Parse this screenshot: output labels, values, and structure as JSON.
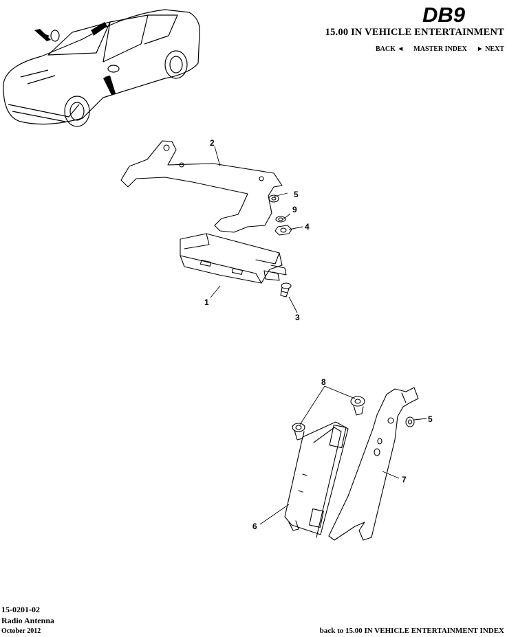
{
  "header": {
    "logo_text": "DB9",
    "section_title": "15.00 IN VEHICLE ENTERTAINMENT"
  },
  "nav": {
    "back": "BACK ◄",
    "master_index": "MASTER INDEX",
    "next": "► NEXT"
  },
  "callouts": [
    "2",
    "5",
    "9",
    "4",
    "1",
    "3",
    "8",
    "5",
    "7",
    "6"
  ],
  "footer": {
    "code": "15-0201-02",
    "name": "Radio Antenna",
    "date": "October 2012",
    "back_link": "back to 15.00 IN VEHICLE ENTERTAINMENT INDEX"
  }
}
